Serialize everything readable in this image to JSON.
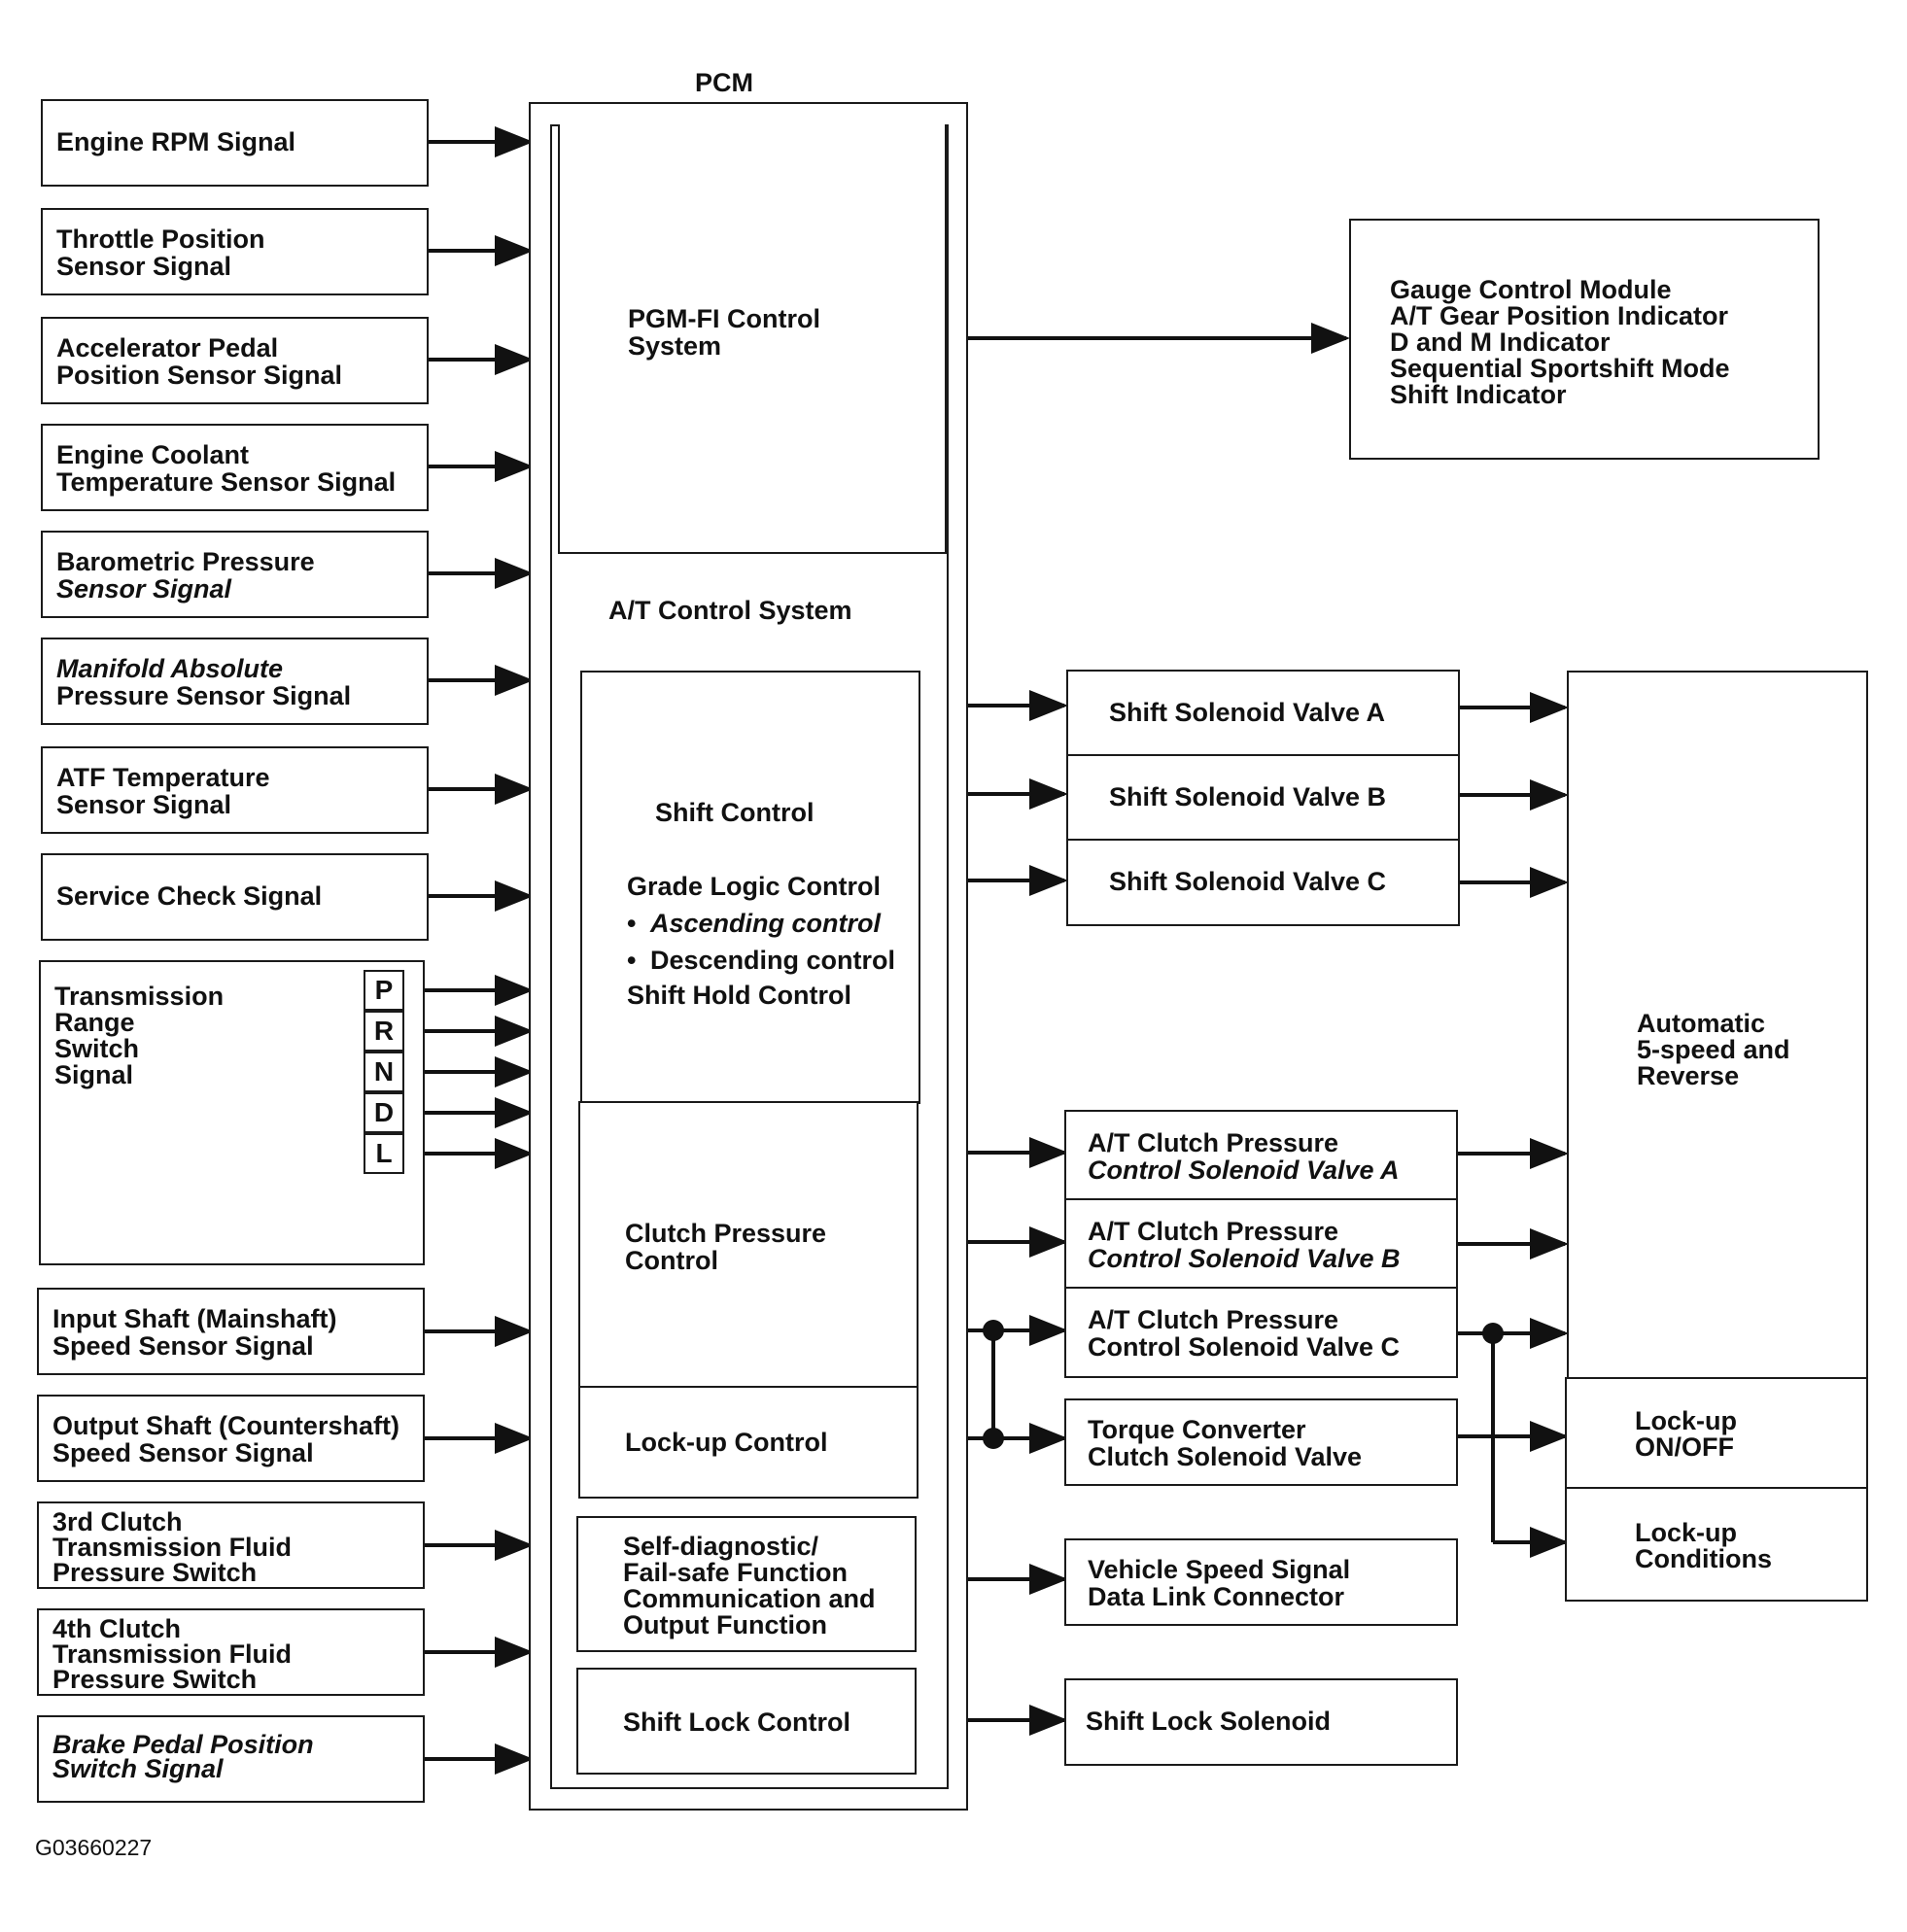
{
  "title": "PCM",
  "figure_code": "G03660227",
  "inputs": {
    "engine_rpm": "Engine RPM Signal",
    "throttle": "Throttle Position\nSensor Signal",
    "accel_pedal": "Accelerator Pedal\nPosition Sensor Signal",
    "coolant": "Engine Coolant\nTemperature Sensor Signal",
    "baro_l1": "Barometric Pressure",
    "baro_l2": "Sensor Signal",
    "map_l1": "Manifold Absolute",
    "map_l2": "Pressure Sensor Signal",
    "atf": "ATF Temperature\nSensor Signal",
    "service_check": "Service Check Signal",
    "range_switch": "Transmission\nRange\nSwitch\nSignal",
    "gears": [
      "P",
      "R",
      "N",
      "D",
      "L"
    ],
    "input_shaft": "Input Shaft (Mainshaft)\nSpeed Sensor Signal",
    "output_shaft": "Output Shaft (Countershaft)\nSpeed Sensor Signal",
    "clutch3": "3rd Clutch\nTransmission Fluid\nPressure Switch",
    "clutch4": "4th Clutch\nTransmission Fluid\nPressure Switch",
    "brake": "Brake Pedal Position\nSwitch Signal"
  },
  "pcm": {
    "pgm_fi": "PGM-FI Control\nSystem",
    "at_control": "A/T Control System",
    "shift_control": "Shift Control",
    "grade_logic": "Grade Logic Control",
    "ascending": "Ascending control",
    "descending": "Descending control",
    "shift_hold": "Shift Hold Control",
    "bullet": "•",
    "clutch_pressure": "Clutch Pressure\nControl",
    "lockup": "Lock-up Control",
    "self_diag": "Self-diagnostic/\nFail-safe Function\nCommunication and\nOutput Function",
    "shift_lock": "Shift Lock Control"
  },
  "outputs": {
    "gauge": "Gauge Control Module\nA/T Gear Position Indicator\nD and M Indicator\nSequential Sportshift Mode\nShift Indicator",
    "ssv_a": "Shift Solenoid Valve A",
    "ssv_b": "Shift Solenoid Valve B",
    "ssv_c": "Shift Solenoid Valve C",
    "cpsv_a_l1": "A/T Clutch Pressure",
    "cpsv_a_l2": "Control Solenoid Valve A",
    "cpsv_b_l1": "A/T Clutch Pressure",
    "cpsv_b_l2": "Control Solenoid Valve B",
    "cpsv_c_l1": "A/T Clutch Pressure",
    "cpsv_c_l2": "Control Solenoid Valve C",
    "tcc": "Torque Converter\nClutch Solenoid Valve",
    "vss": "Vehicle Speed Signal\nData Link Connector",
    "shift_lock_sol": "Shift Lock Solenoid",
    "auto5": "Automatic\n5-speed and\nReverse",
    "lockup_onoff": "Lock-up\nON/OFF",
    "lockup_cond": "Lock-up\nConditions"
  }
}
